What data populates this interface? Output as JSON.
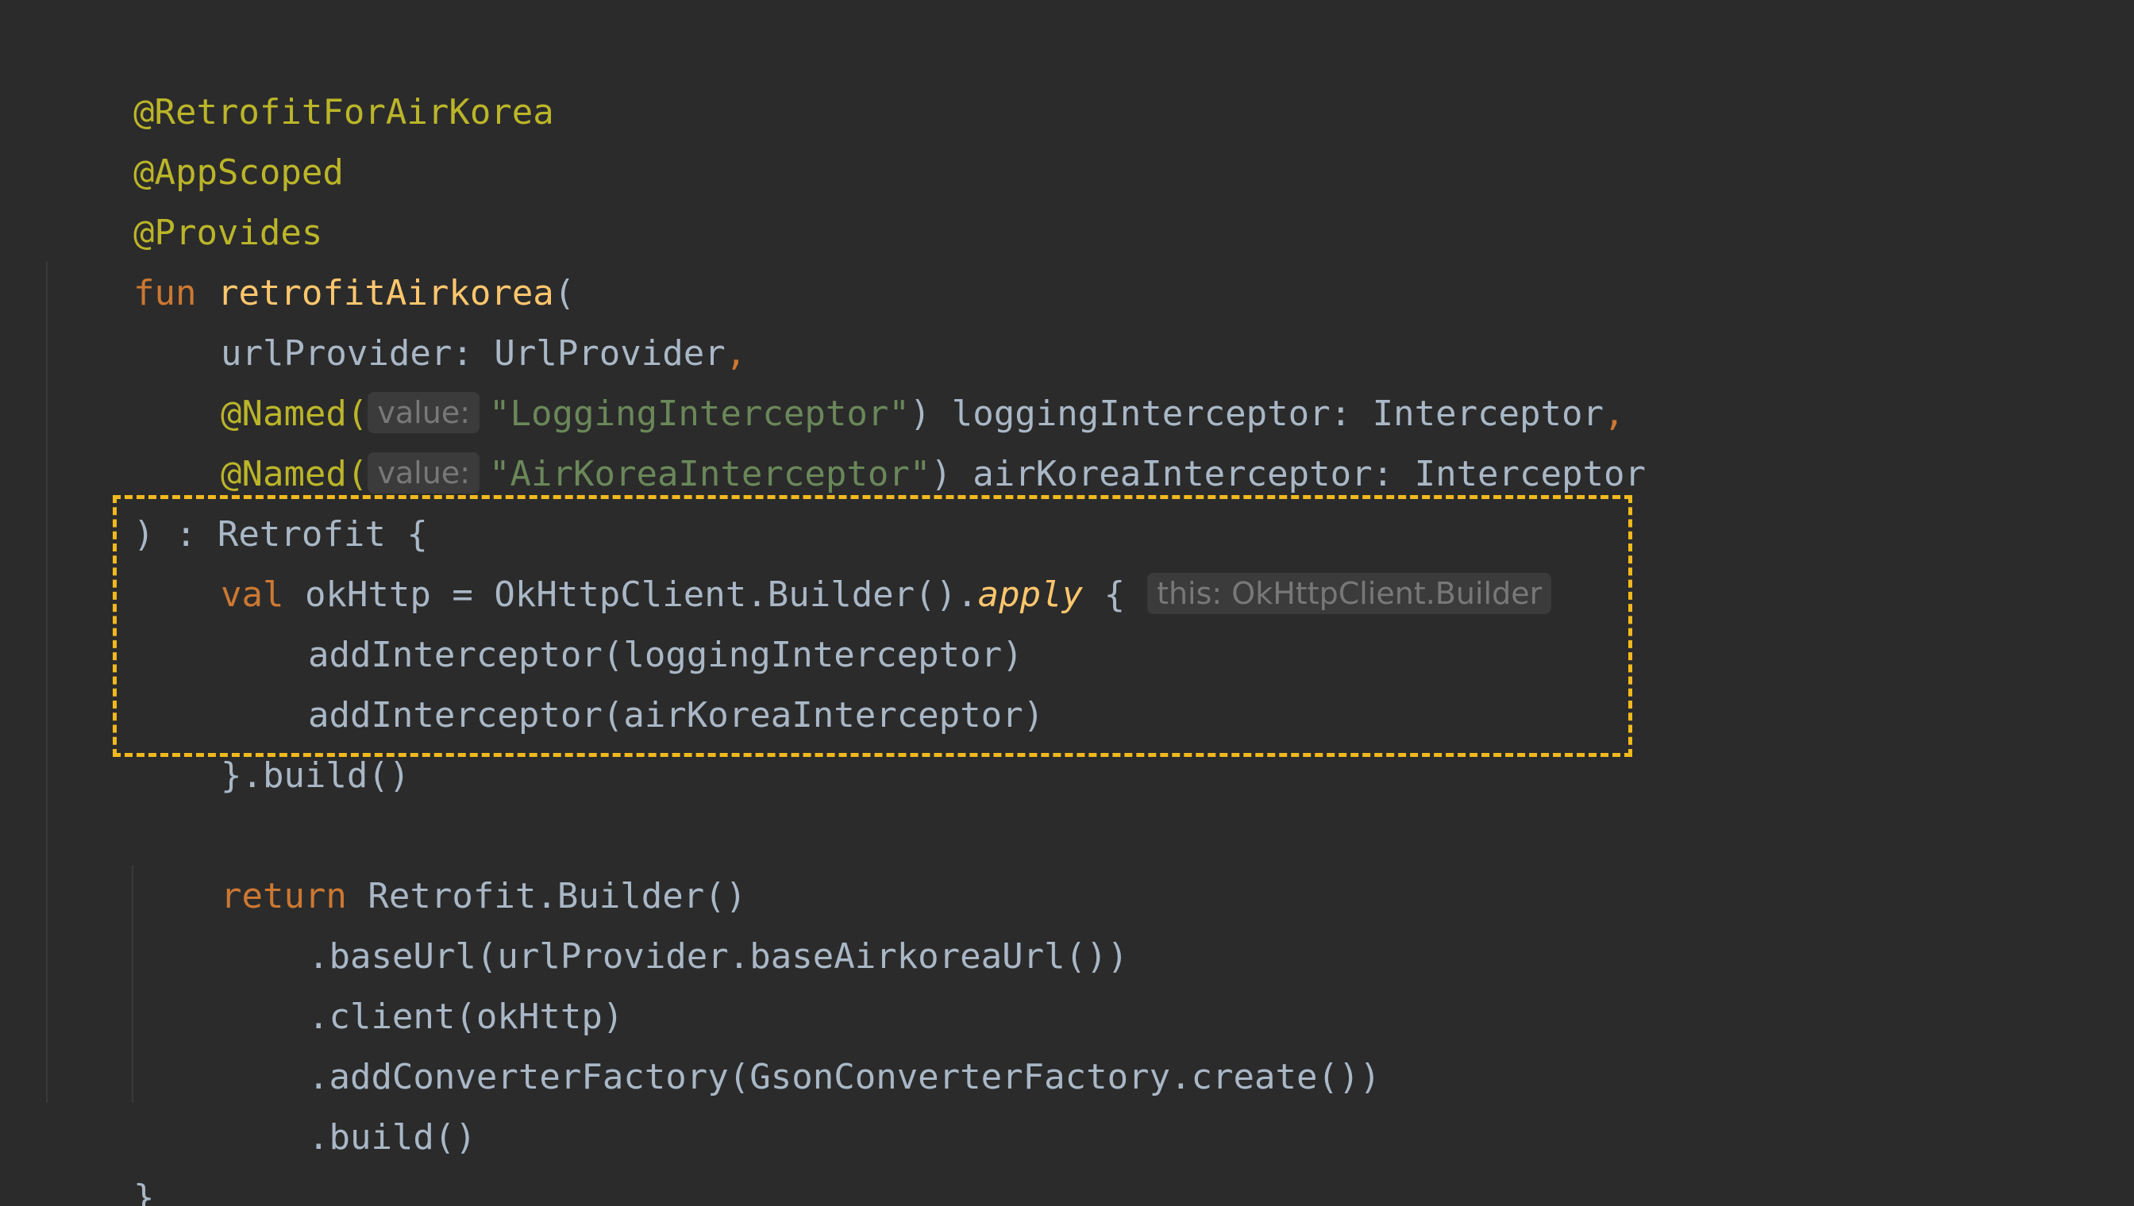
{
  "code": {
    "line_01": [
      "@RetrofitForAirKorea"
    ],
    "line_02": [
      "@AppScoped"
    ],
    "line_03": [
      "@Provides"
    ],
    "line_04": [
      "fun",
      " ",
      "retrofitAirkorea",
      "("
    ],
    "line_05": [
      "urlProvider: UrlProvider",
      ","
    ],
    "line_06": [
      "@Named(",
      "value:",
      "\"LoggingInterceptor\"",
      ") loggingInterceptor: Interceptor",
      ","
    ],
    "line_07": [
      "@Named(",
      "value:",
      "\"AirKoreaInterceptor\"",
      ") airKoreaInterceptor: Interceptor"
    ],
    "line_08": [
      ") : Retrofit {"
    ],
    "line_09": [
      "val",
      " okHttp = OkHttpClient.Builder().",
      "apply",
      " {",
      "this: OkHttpClient.Builder"
    ],
    "line_10": [
      "addInterceptor(loggingInterceptor)"
    ],
    "line_11": [
      "addInterceptor(airKoreaInterceptor)"
    ],
    "line_12": [
      "}.build()"
    ],
    "line_14": [
      "return",
      " Retrofit.Builder()"
    ],
    "line_15": [
      ".baseUrl(urlProvider.baseAirkoreaUrl())"
    ],
    "line_16": [
      ".client(okHttp)"
    ],
    "line_17": [
      ".addConverterFactory(GsonConverterFactory.create())"
    ],
    "line_18": [
      ".build()"
    ],
    "line_19": [
      "}"
    ]
  },
  "colors": {
    "background": "#2b2b2b",
    "annotation": "#bbb529",
    "keyword": "#cc7832",
    "function_declaration": "#ffc66d",
    "string": "#6a8759",
    "default_text": "#a9b7c6",
    "inlay_hint": "#787878",
    "highlight_border": "#f1b91d"
  }
}
